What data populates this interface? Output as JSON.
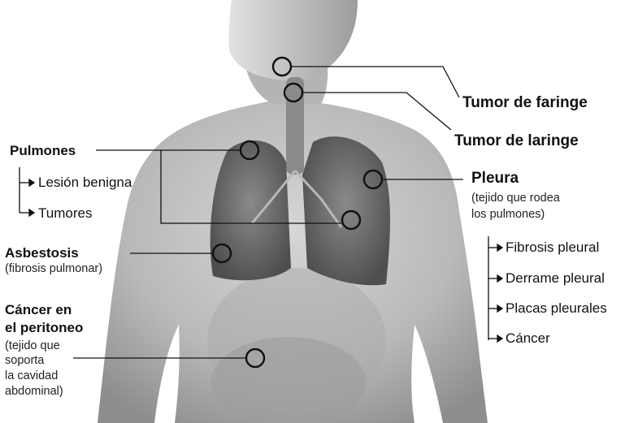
{
  "labels": {
    "faringe": "Tumor de faringe",
    "laringe": "Tumor de laringe",
    "pulmones": "Pulmones",
    "lesion": "Lesión benigna",
    "tumores": "Tumores",
    "asbestosis": "Asbestosis",
    "asbestosis_sub": "(fibrosis pulmonar)",
    "peritoneo_1": "Cáncer en",
    "peritoneo_2": "el peritoneo",
    "peritoneo_sub_1": "(tejido que",
    "peritoneo_sub_2": "soporta",
    "peritoneo_sub_3": "la cavidad",
    "peritoneo_sub_4": "abdominal)",
    "pleura": "Pleura",
    "pleura_sub_1": "(tejido que rodea",
    "pleura_sub_2": "los pulmones)",
    "fibrosis_pleural": "Fibrosis pleural",
    "derrame_pleural": "Derrame pleural",
    "placas_pleurales": "Placas pleurales",
    "cancer": "Cáncer"
  },
  "colors": {
    "background": "#ffffff",
    "skin": "#bdbdbd",
    "skin_shadow": "#8e8e8e",
    "lung": "#6f6f6f",
    "line": "#111111"
  }
}
